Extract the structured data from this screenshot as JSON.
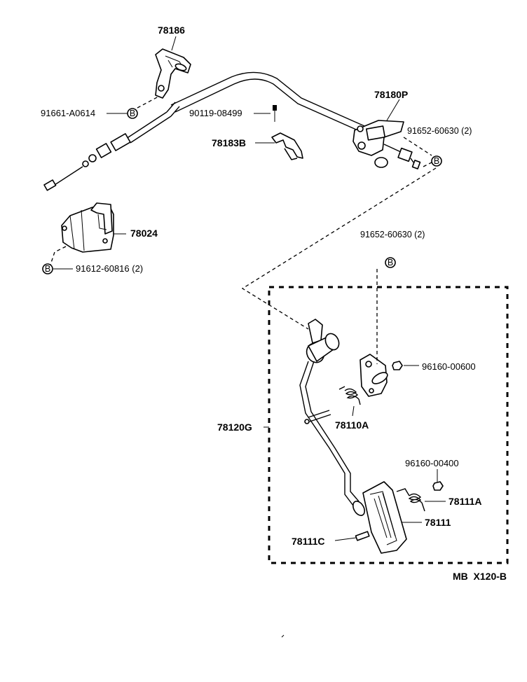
{
  "labels": {
    "p78186": "78186",
    "p91661": "91661-A0614",
    "p90119": "90119-08499",
    "p78180P": "78180P",
    "p91652a": "91652-60630 (2)",
    "p78183B": "78183B",
    "p78024": "78024",
    "p91612": "91612-60816 (2)",
    "p91652b": "91652-60630 (2)",
    "p96160a": "96160-00600",
    "p78110A": "78110A",
    "p78120G": "78120G",
    "p96160b": "96160-00400",
    "p78111A": "78111A",
    "p78111": "78111",
    "p78111C": "78111C"
  },
  "marker_letter": "B",
  "footer": "MB  X120-B"
}
